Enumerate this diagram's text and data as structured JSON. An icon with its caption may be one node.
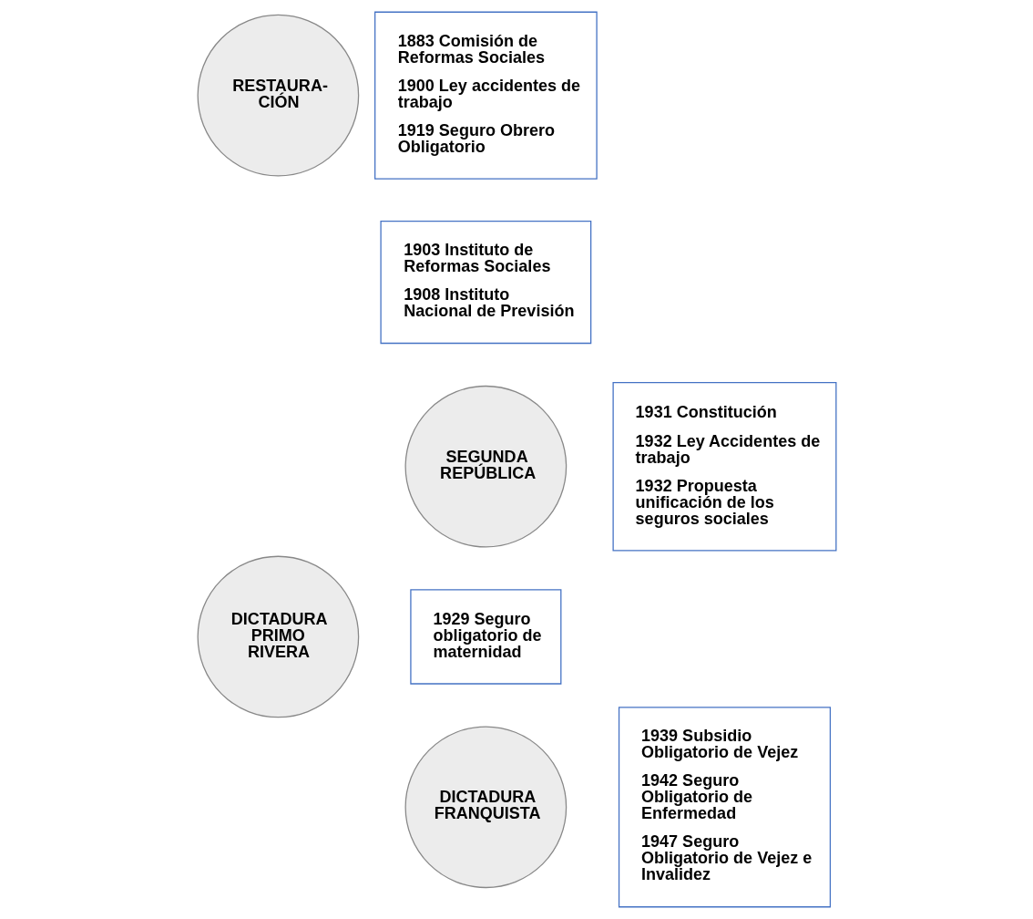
{
  "diagram": {
    "nodes": [
      {
        "text": [
          "RESTAURA- CIÓN"
        ]
      },
      {
        "text": [
          "1883 Comisión de Reformas Sociales",
          "1900 Ley accidentes de trabajo",
          "1919 Seguro Obrero Obligatorio"
        ]
      },
      {
        "text": [
          "1903 Instituto de Reformas Sociales",
          "1908 Instituto Nacional de Previsión"
        ]
      },
      {
        "text": [
          "DICTADURA PRIMO RIVERA"
        ]
      },
      {
        "text": [
          "1929 Seguro obligatorio de maternidad"
        ]
      },
      {
        "text": [
          "SEGUNDA REPÚBLICA"
        ]
      },
      {
        "text": [
          "1931 Constitución",
          "1932 Ley Accidentes de trabajo",
          "1932 Propuesta unificación de los seguros sociales"
        ]
      },
      {
        "text": [
          "DICTADURA FRANQUISTA"
        ]
      },
      {
        "text": [
          "1939 Subsidio Obligatorio de Vejez",
          "1942 Seguro Obligatorio de Enfermedad",
          "1947 Seguro Obligatorio de Vejez e Invalidez"
        ]
      }
    ],
    "edges": []
  }
}
